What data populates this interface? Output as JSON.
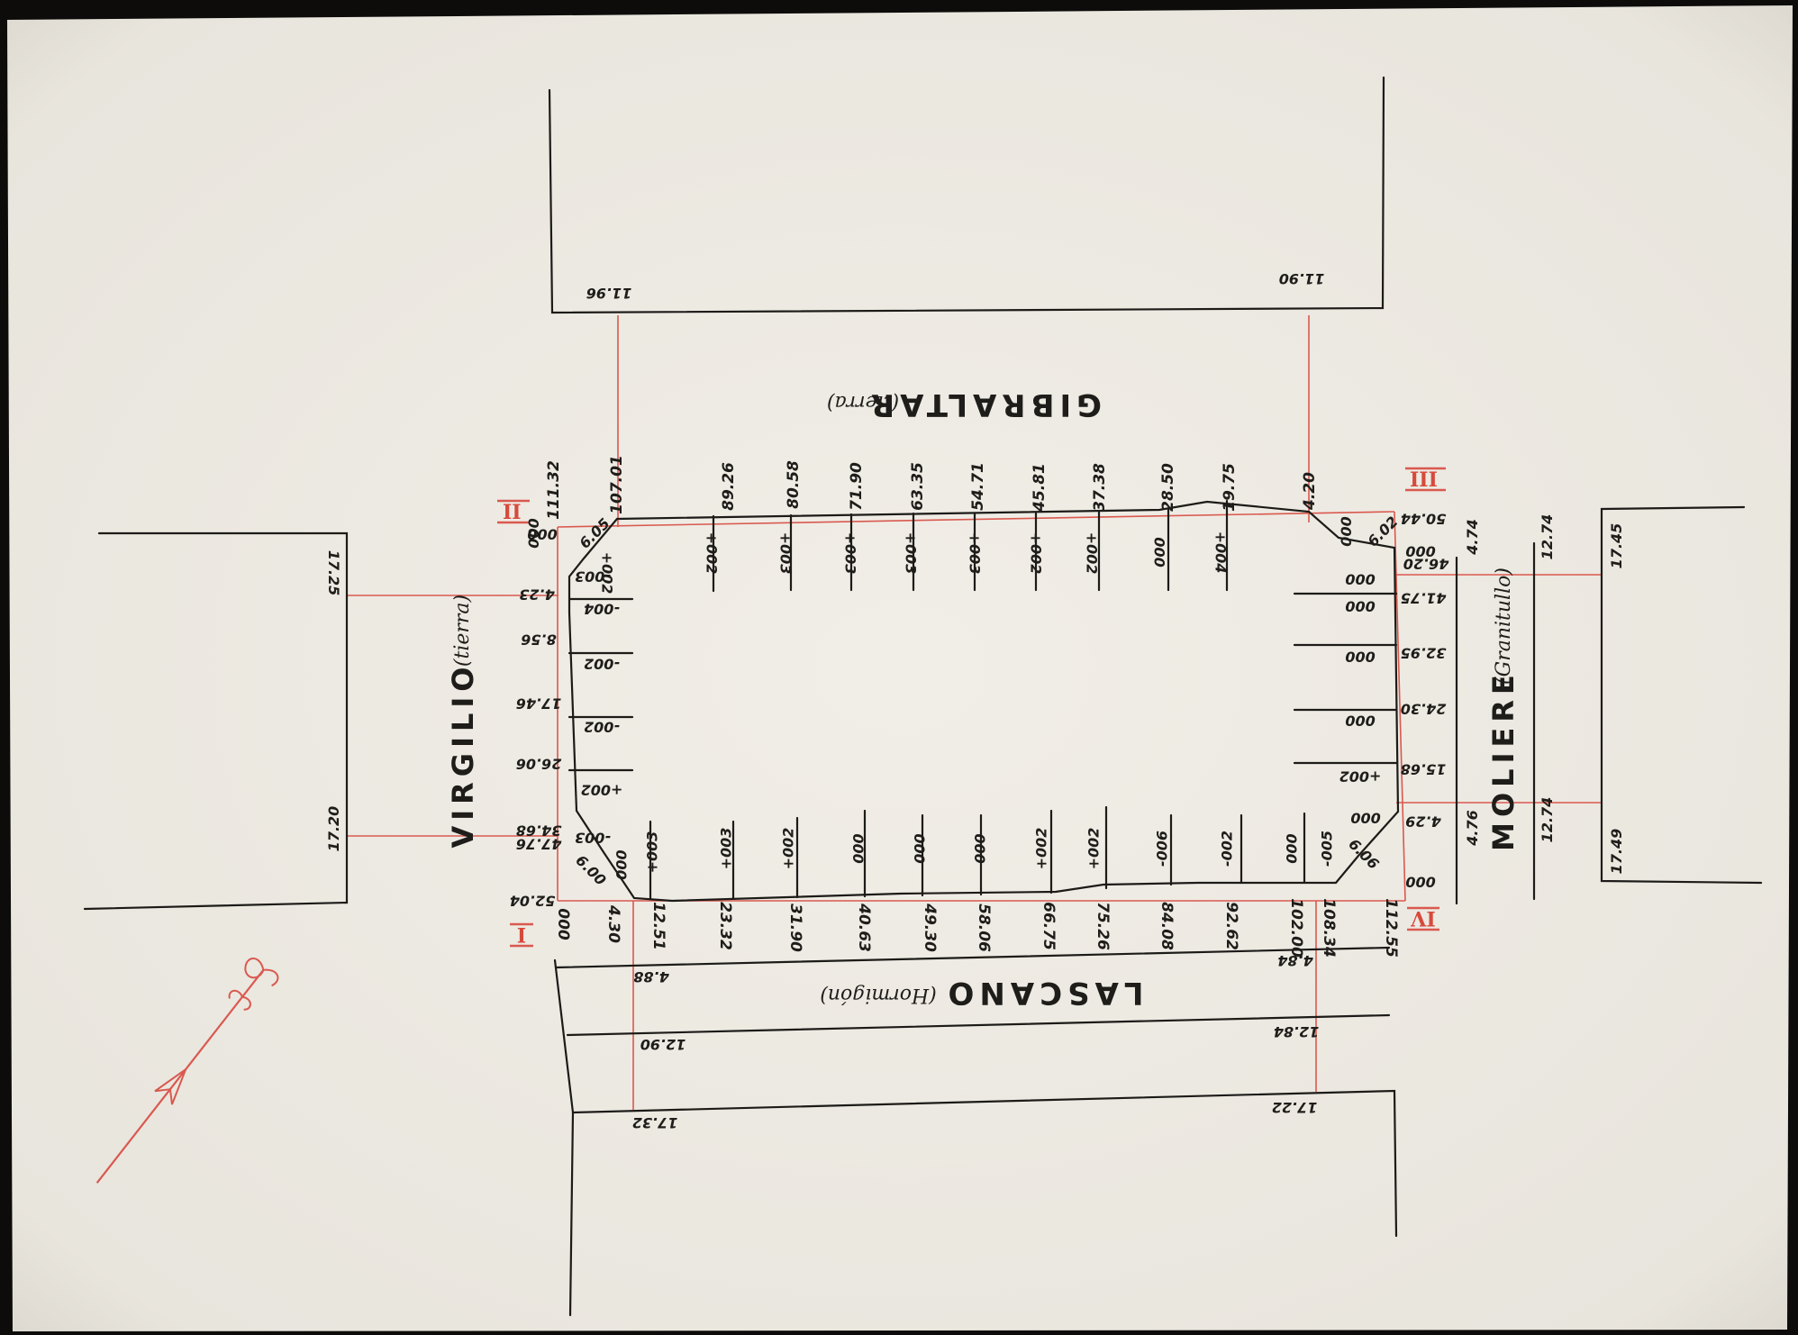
{
  "colors": {
    "paper": "#eeebe3",
    "ink": "#1c1b18",
    "red_ink": "#d9594f",
    "background": "#0d0c0a"
  },
  "icons": {
    "north_arrow": "north-arrow-icon"
  },
  "corners": {
    "I": "I",
    "II": "II",
    "III": "III",
    "IV": "IV"
  },
  "streets": {
    "gibraltar": {
      "name": "GIBRALTAR",
      "surface": "(tierra)"
    },
    "lascano": {
      "name": "LASCANO",
      "surface": "(Hormigón)"
    },
    "virgilio": {
      "name": "VIRGILIO",
      "surface": "(tierra)"
    },
    "moliere": {
      "name": "MOLIERE",
      "surface": "(Granitullo)"
    }
  },
  "street_levels": {
    "gibraltar_left": "11.96",
    "gibraltar_right": "11.90",
    "lascano_left_near": "4.88",
    "lascano_left_far": "12.90",
    "lascano_left_block": "17.32",
    "lascano_right_near": "4.84",
    "lascano_right_far": "12.84",
    "lascano_right_block": "17.22",
    "virgilio_top": "17.25",
    "virgilio_bottom": "17.20",
    "moliere_top_near": "4.74",
    "moliere_top_far": "12.74",
    "moliere_top_block": "17.45",
    "moliere_bottom_near": "4.76",
    "moliere_bottom_far": "12.74",
    "moliere_bottom_block": "17.49"
  },
  "gibraltar_chainages": [
    "111.32",
    "107.01",
    "89.26",
    "80.58",
    "71.90",
    "63.35",
    "54.71",
    "45.81",
    "37.38",
    "28.50",
    "19.75",
    "4.20"
  ],
  "gibraltar_offsets": [
    "000",
    "6.05",
    "+002",
    "+002",
    "+003",
    "+003",
    "+003",
    "+003",
    "+002",
    "+002",
    "000",
    "+004",
    "000",
    "6.02"
  ],
  "lascano_chainages": [
    "000",
    "4.30",
    "12.51",
    "23.32",
    "31.90",
    "40.63",
    "49.30",
    "58.06",
    "66.75",
    "75.26",
    "84.08",
    "92.62",
    "102.00",
    "108.34",
    "112.55"
  ],
  "lascano_offsets": [
    "6.00",
    "000",
    "+003",
    "+003",
    "+002",
    "000",
    "000",
    "000",
    "+002",
    "+002",
    "-006",
    "-002",
    "000",
    "-005",
    "6.06"
  ],
  "virgilio_chainages": [
    "000",
    "4.23",
    "8.56",
    "17.46",
    "26.06",
    "34.68",
    "47.76",
    "52.04"
  ],
  "virgilio_offsets": [
    "-003",
    "-004",
    "-002",
    "-002",
    "+002",
    "-003"
  ],
  "moliere_chainages": [
    "000",
    "50.44",
    "46.20",
    "41.75",
    "32.95",
    "24.30",
    "15.68",
    "4.29",
    "000"
  ],
  "moliere_offsets": [
    "000",
    "000",
    "000",
    "000",
    "+002",
    "000"
  ]
}
